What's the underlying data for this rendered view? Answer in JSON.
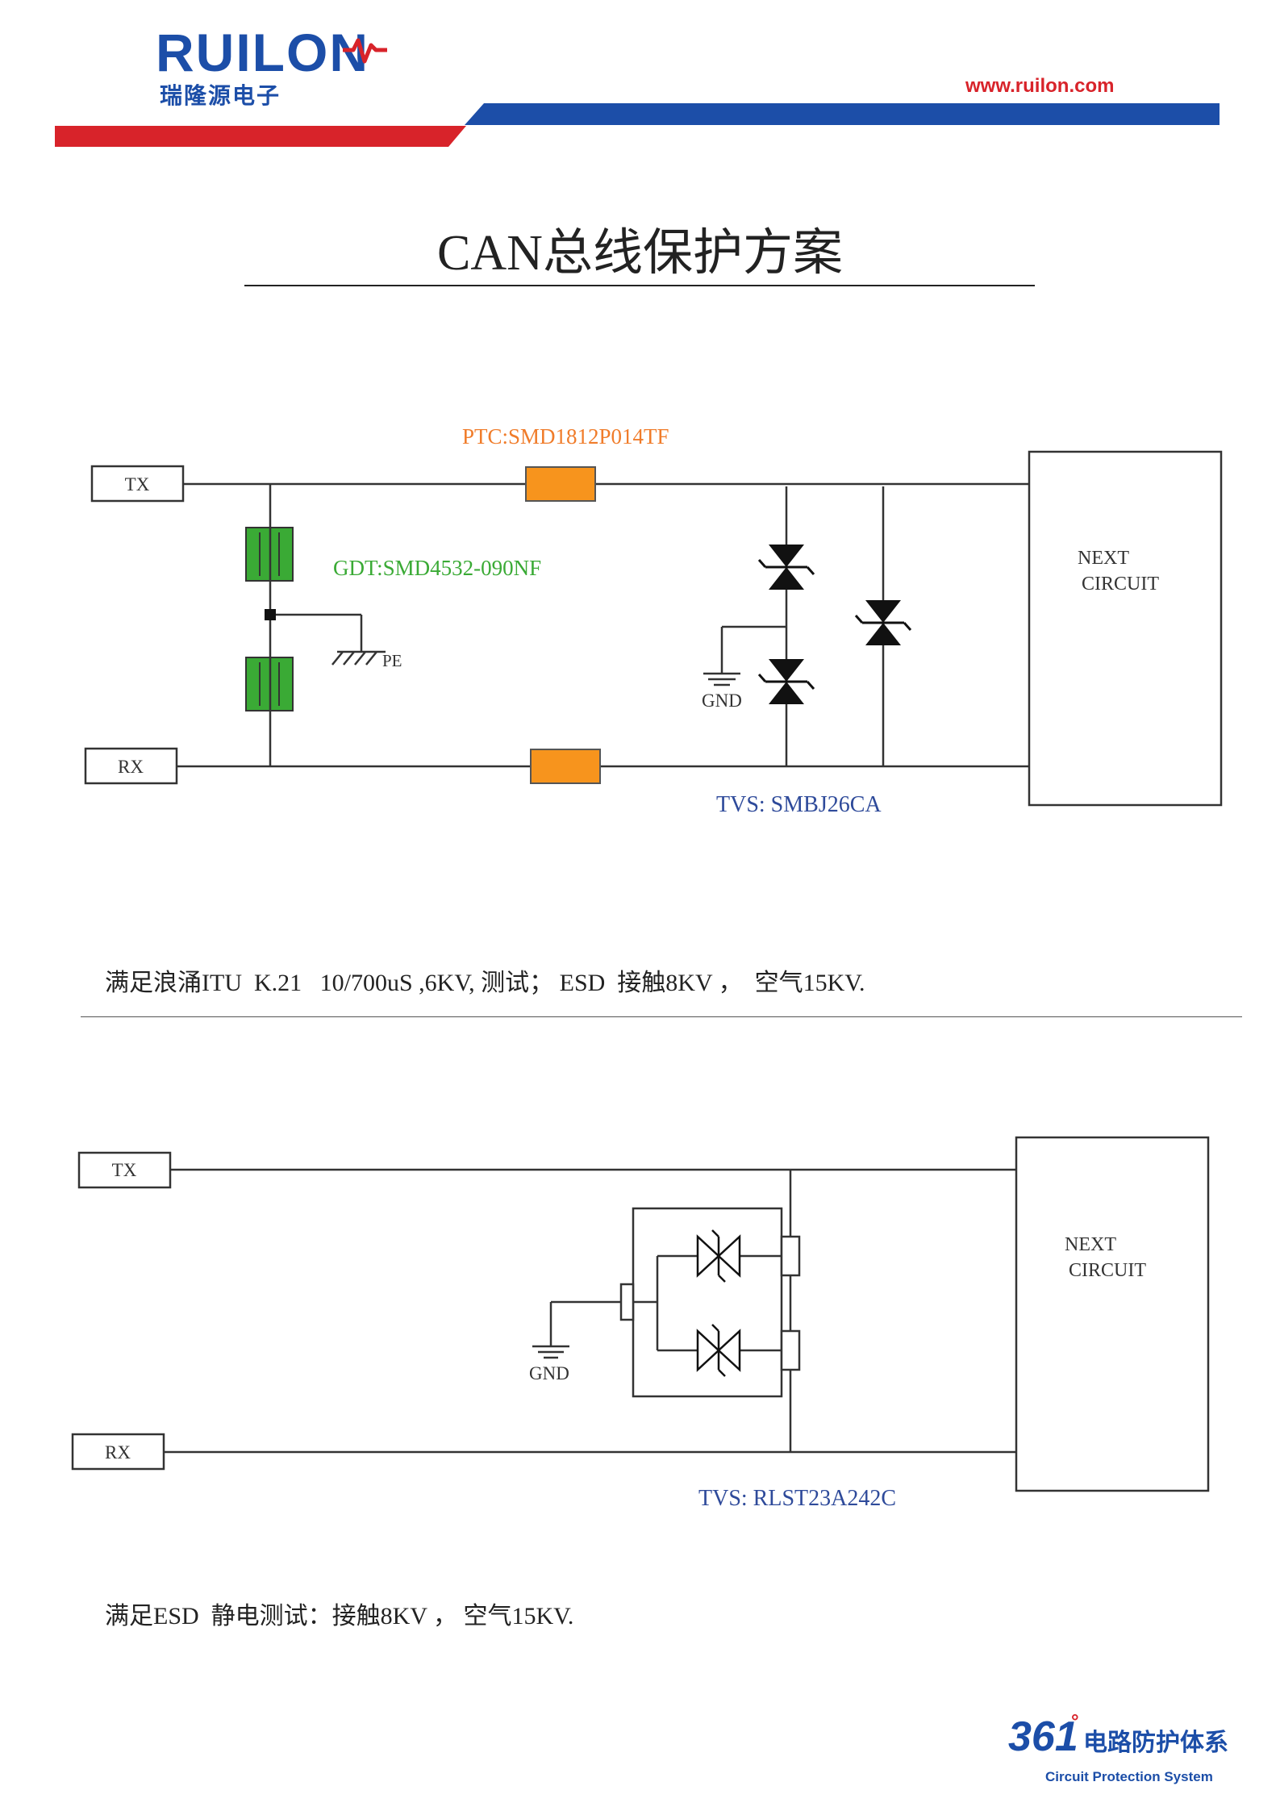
{
  "header": {
    "logo_text": "RUILON",
    "logo_subtitle": "瑞隆源电子",
    "website": "www.ruilon.com",
    "colors": {
      "blue": "#1c4ea8",
      "red": "#d8232a"
    }
  },
  "title": "CAN总线保护方案",
  "circuit1": {
    "tx_label": "TX",
    "rx_label": "RX",
    "ptc_label": "PTC:SMD1812P014TF",
    "gdt_label": "GDT:SMD4532-090NF",
    "pe_label": "PE",
    "gnd_label": "GND",
    "tvs_label": "TVS: SMBJ26CA",
    "next_line1": "NEXT",
    "next_line2": "CIRCUIT",
    "colors": {
      "ptc": "#f7941d",
      "gdt": "#3aaa35",
      "ptc_text": "#f07c2a",
      "gdt_text": "#3aaa35",
      "tvs_text": "#2e4a9a"
    }
  },
  "note1": "满足浪涌ITU  K.21   10/700uS ,6KV, 测试； ESD  接触8KV ，  空气15KV.",
  "circuit2": {
    "tx_label": "TX",
    "rx_label": "RX",
    "gnd_label": "GND",
    "tvs_label": "TVS: RLST23A242C",
    "next_line1": "NEXT",
    "next_line2": "CIRCUIT"
  },
  "note2": "满足ESD  静电测试：接触8KV ， 空气15KV.",
  "footer": {
    "brand_number": "361",
    "brand_degree": "°",
    "brand_cn": "电路防护体系",
    "brand_en": "Circuit Protection System"
  }
}
